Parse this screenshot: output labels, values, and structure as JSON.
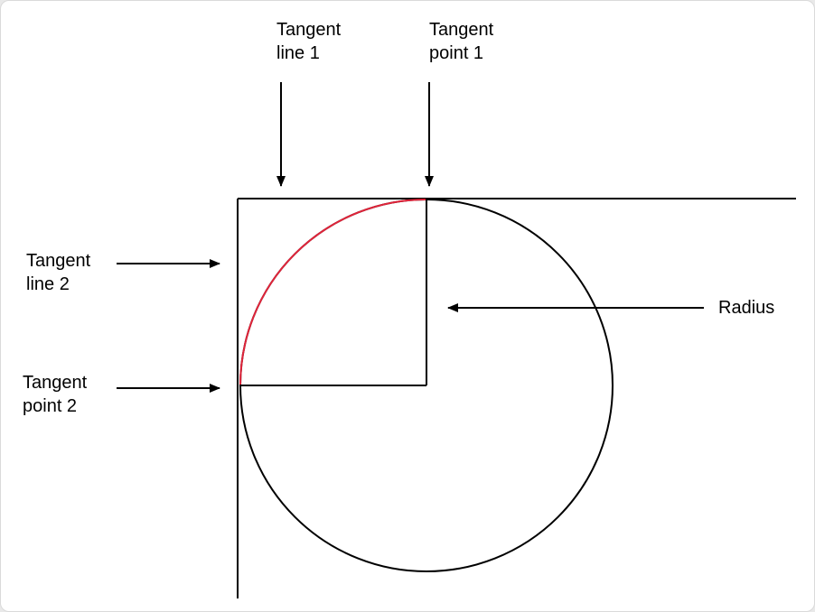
{
  "colors": {
    "stroke": "#000000",
    "arc_highlight": "#e0243a",
    "background": "#ffffff"
  },
  "labels": {
    "tangent_line_1": [
      "Tangent",
      "line 1"
    ],
    "tangent_point_1": [
      "Tangent",
      "point 1"
    ],
    "tangent_line_2": [
      "Tangent",
      "line 2"
    ],
    "tangent_point_2": [
      "Tangent",
      "point 2"
    ],
    "radius": "Radius"
  }
}
